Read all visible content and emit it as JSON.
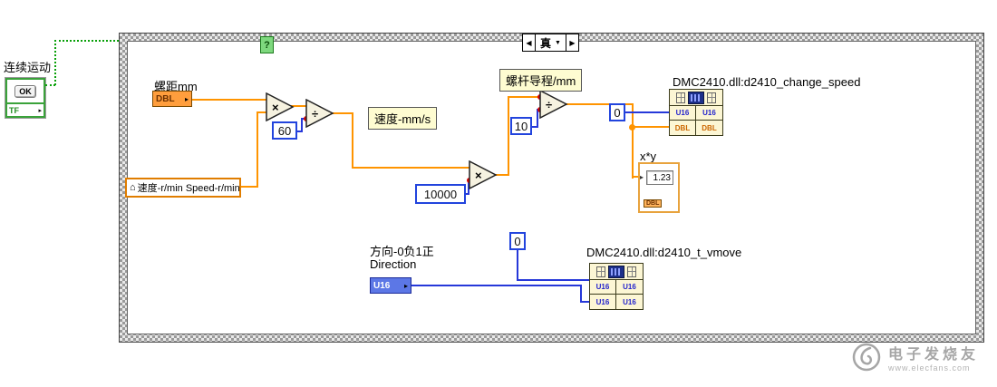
{
  "structure": {
    "selector_prev": "◀",
    "selector_value": "真",
    "selector_dropdown": "▼",
    "selector_next": "▶",
    "help_glyph": "?"
  },
  "outside": {
    "label": "连续运动",
    "ok_button": "OK",
    "ok_type": "TF"
  },
  "labels": {
    "pitch": "螺距mm",
    "speed_mms": "速度-mm/s",
    "screw_lead": "螺杆导程/mm",
    "speed_rmin": "速度-r/min Speed-r/min",
    "dir_cn": "方向-0负1正",
    "dir_en": "Direction"
  },
  "terminals": {
    "pitch_type": "DBL",
    "direction_type": "U16",
    "arrow": "▸",
    "home_icon": "⌂"
  },
  "constants": {
    "sixty": "60",
    "ten_thousand": "10000",
    "ten": "10",
    "zero_speed": "0",
    "zero_dir": "0"
  },
  "operators": {
    "multiply": "×",
    "divide": "÷"
  },
  "indicator": {
    "label": "x*y",
    "value": "1.23",
    "type": "DBL"
  },
  "cln_change_speed": {
    "label": "DMC2410.dll:d2410_change_speed",
    "cells": [
      "U16",
      "U16",
      "DBL",
      "DBL"
    ]
  },
  "cln_vmove": {
    "label": "DMC2410.dll:d2410_t_vmove",
    "cells": [
      "U16",
      "U16",
      "U16",
      "U16"
    ]
  },
  "watermark": {
    "title": "电子发烧友",
    "url": "www.elecfans.com"
  }
}
